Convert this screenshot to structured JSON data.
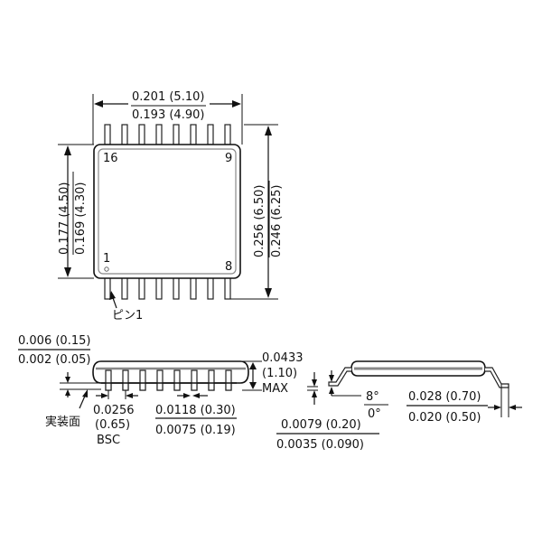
{
  "top_view": {
    "width_max": "0.201 (5.10)",
    "width_min": "0.193 (4.90)",
    "body_height_max": "0.177 (4.50)",
    "body_height_min": "0.169 (4.30)",
    "overall_height_max": "0.256 (6.50)",
    "overall_height_min": "0.246 (6.25)",
    "pin_labels": {
      "top_left": "16",
      "top_right": "9",
      "bottom_left": "1",
      "bottom_right": "8"
    },
    "pin1_callout": "ピン1",
    "pins_per_side": 8
  },
  "side_view": {
    "standoff_max": "0.006 (0.15)",
    "standoff_min": "0.002 (0.05)",
    "seating_plane_label": "実装面",
    "pitch_line1": "0.0256",
    "pitch_line2": "(0.65)",
    "pitch_line3": "BSC",
    "lead_width_max": "0.0118 (0.30)",
    "lead_width_min": "0.0075 (0.19)",
    "height_line1": "0.0433",
    "height_line2": "(1.10)",
    "height_line3": "MAX"
  },
  "end_view": {
    "lead_thickness_max": "0.0079 (0.20)",
    "lead_thickness_min": "0.0035 (0.090)",
    "angle_max": "8°",
    "angle_min": "0°",
    "foot_length_max": "0.028 (0.70)",
    "foot_length_min": "0.020 (0.50)"
  }
}
